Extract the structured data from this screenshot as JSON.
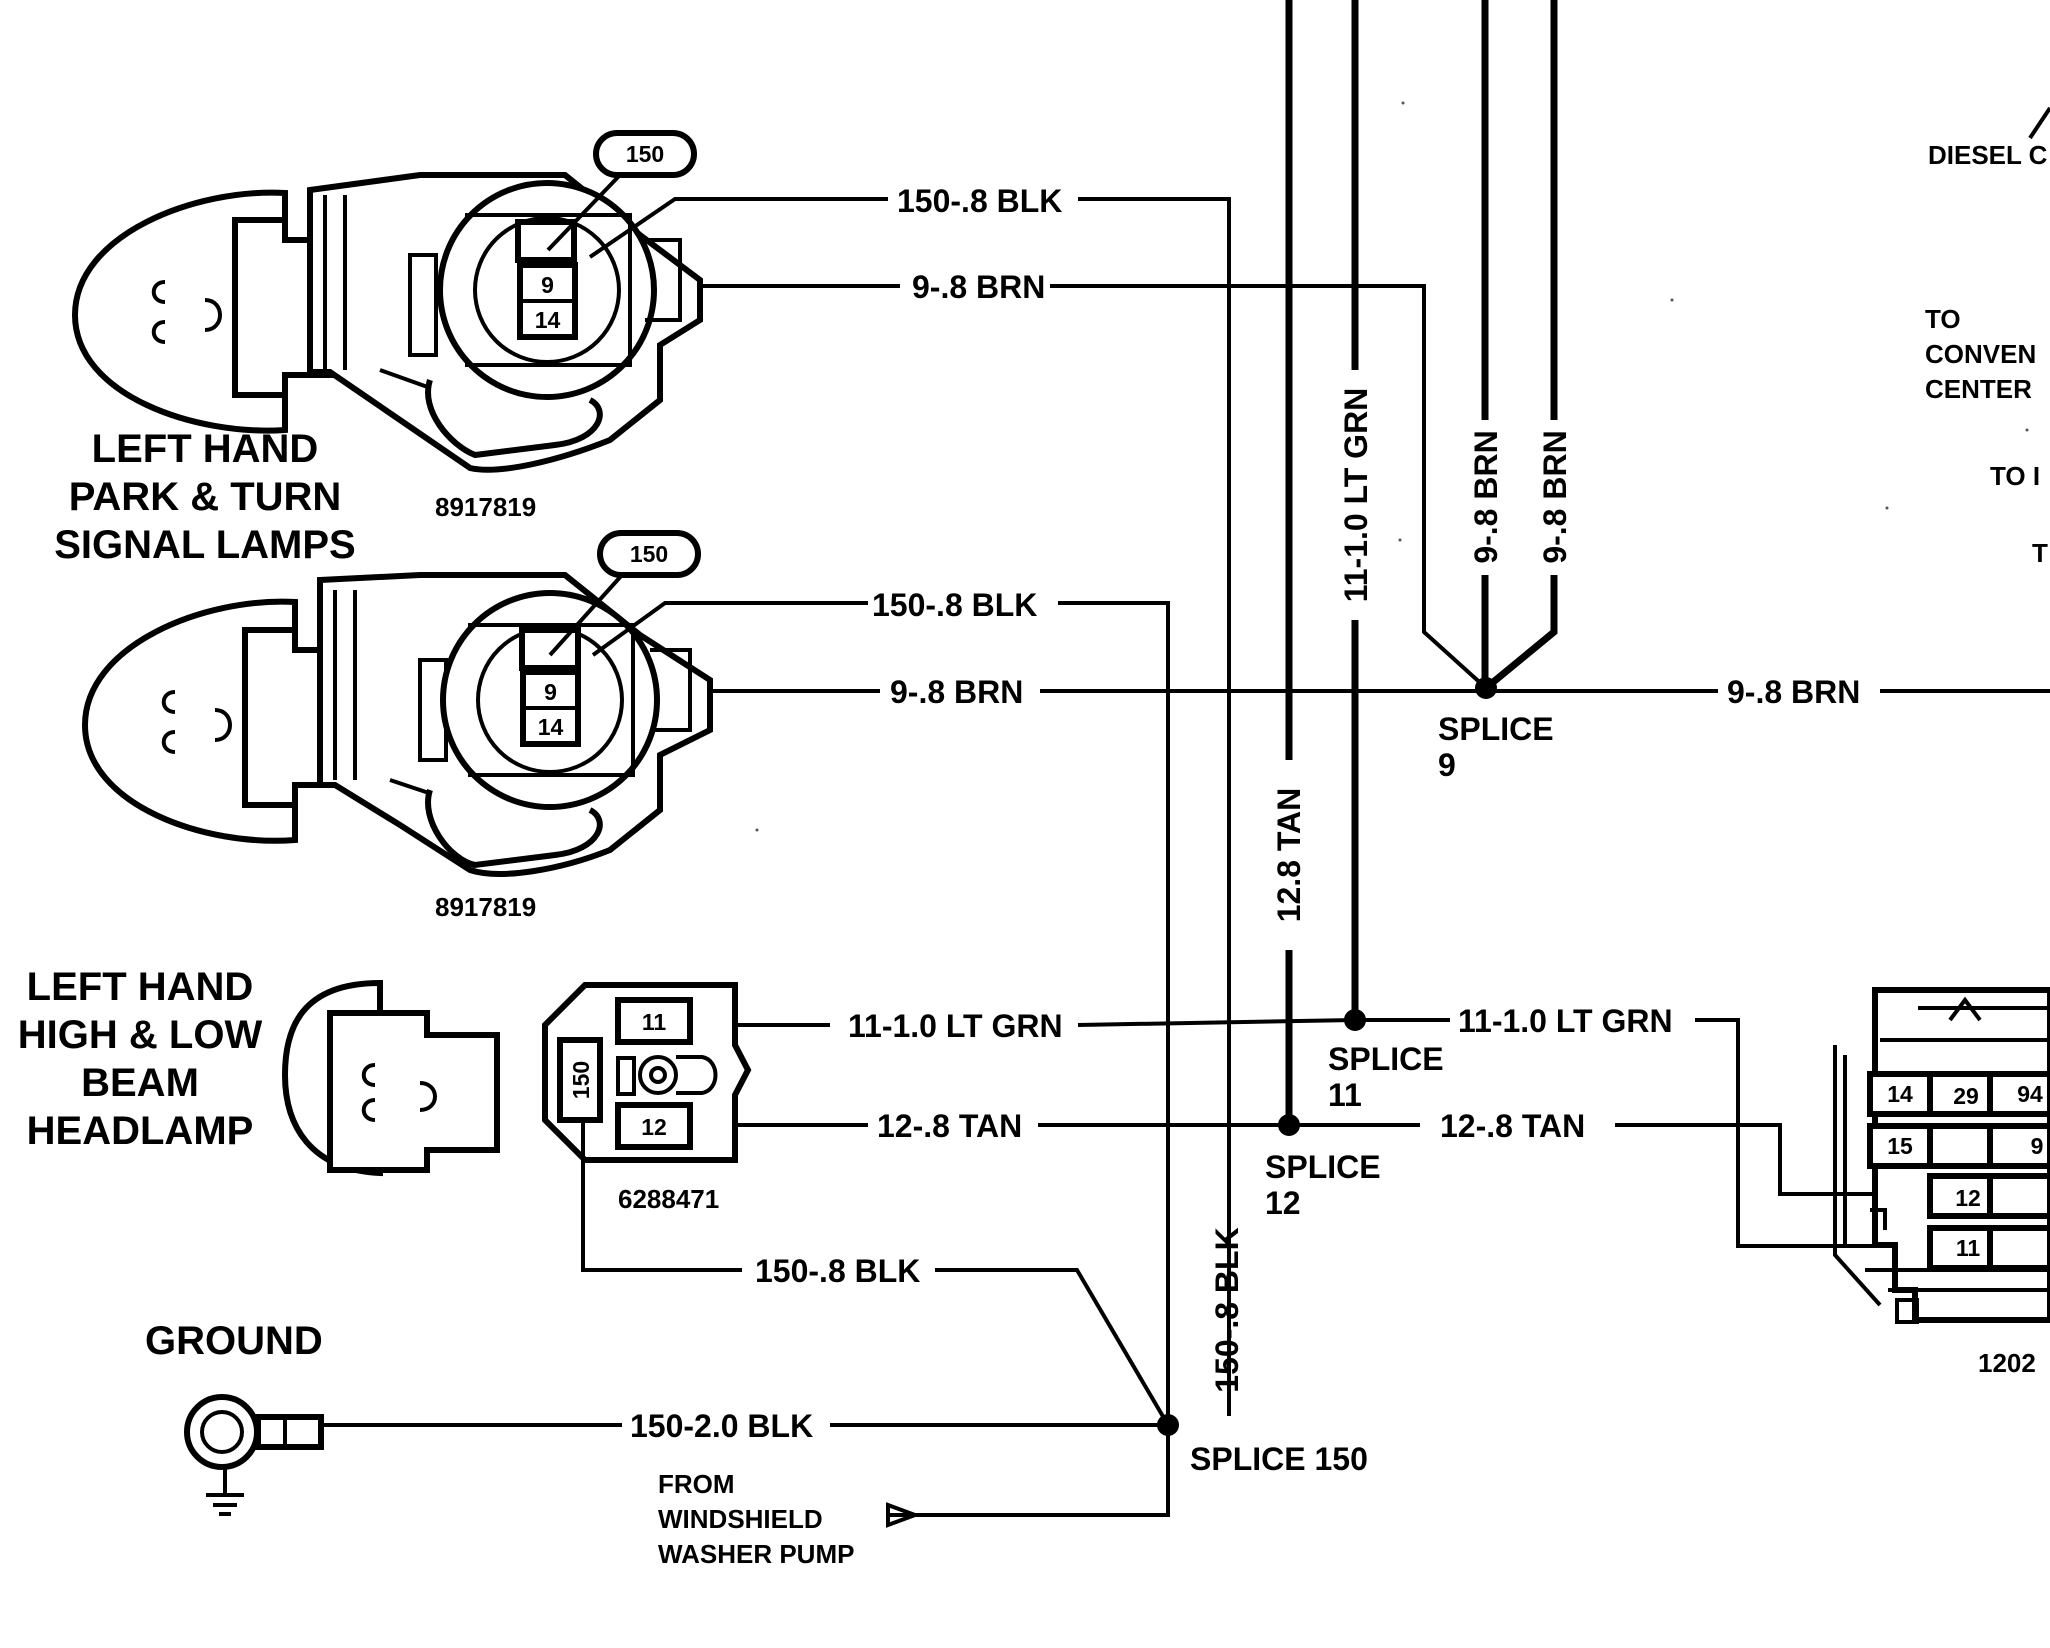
{
  "connectors": {
    "upper_lamp": {
      "circuit_tag": "150",
      "pin_top": "9",
      "pin_bottom": "14",
      "part_number": "8917819"
    },
    "lower_lamp": {
      "circuit_tag": "150",
      "pin_top": "9",
      "pin_bottom": "14",
      "part_number": "8917819"
    },
    "headlamp": {
      "pin_upper": "11",
      "pin_lower": "12",
      "pin_side": "150",
      "part_number": "6288471"
    },
    "right_block": {
      "pins": [
        "14",
        "29",
        "94",
        "15",
        "9",
        "12",
        "11"
      ],
      "part_number": "1202"
    }
  },
  "components": {
    "park_turn_lamps": [
      "LEFT HAND",
      "PARK & TURN",
      "SIGNAL LAMPS"
    ],
    "headlamp": [
      "LEFT HAND",
      "HIGH & LOW",
      "BEAM",
      "HEADLAMP"
    ],
    "ground": "GROUND",
    "washer": [
      "FROM",
      "WINDSHIELD",
      "WASHER PUMP"
    ]
  },
  "wire_labels": {
    "upper_blk": "150-.8 BLK",
    "upper_brn": "9-.8 BRN",
    "lower_blk": "150-.8 BLK",
    "lower_brn": "9-.8 BRN",
    "splice9_out": "9-.8 BRN",
    "vert_grn": "11-1.0 LT GRN",
    "vert_brn_1": "9-.8 BRN",
    "vert_brn_2": "9-.8 BRN",
    "vert_tan": "12.8 TAN",
    "vert_blk": "150-.8 BLK",
    "head_grn": "11-1.0 LT GRN",
    "head_tan": "12-.8 TAN",
    "grn_out": "11-1.0 LT GRN",
    "tan_out": "12-.8 TAN",
    "head_blk": "150-.8 BLK",
    "ground_blk": "150-2.0 BLK"
  },
  "splices": {
    "s9": [
      "SPLICE",
      "9"
    ],
    "s11": [
      "SPLICE",
      "11"
    ],
    "s12": [
      "SPLICE",
      "12"
    ],
    "s150": "SPLICE 150"
  },
  "edge_text": {
    "diesel": "DIESEL C",
    "to1": "TO",
    "conven": "CONVEN",
    "center": "CENTER",
    "to2": "TO I",
    "t": "T"
  }
}
